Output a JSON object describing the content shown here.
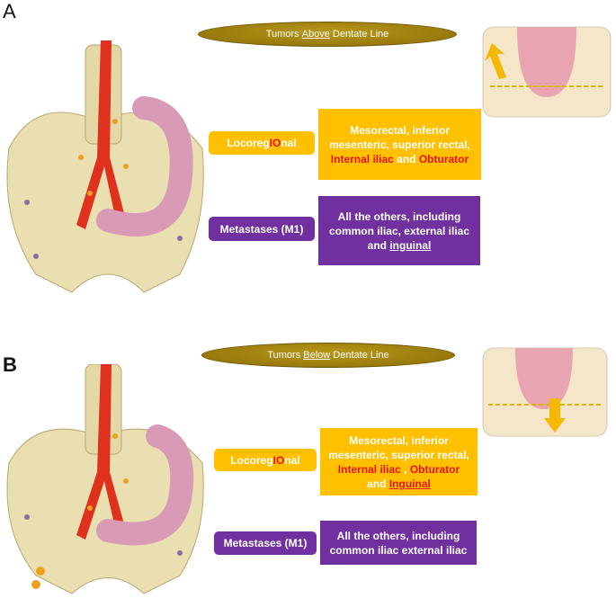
{
  "panels": [
    {
      "letter": "A",
      "header": {
        "pre": "Tumors ",
        "key": "Above",
        "post": " Dentate Line"
      },
      "locoregional": {
        "pre": "Locoreg",
        "hl": "IO",
        "post": "nal"
      },
      "locoregional_text": {
        "line1": "Mesorectal, inferior",
        "line2": "mesenteric, superior rectal,",
        "red1": "Internal iliac",
        "mid": " and ",
        "red2": "Obturator"
      },
      "metastases_label": "Metastases (M1)",
      "metastases_text": {
        "line1": "All the others, including",
        "line2": "common iliac, external iliac",
        "pre3": "and ",
        "ul3": "inguinal"
      }
    },
    {
      "letter": "B",
      "header": {
        "pre": "Tumors ",
        "key": "Below",
        "post": " Dentate Line"
      },
      "locoregional": {
        "pre": "Locoreg",
        "hl": "IO",
        "post": "nal"
      },
      "locoregional_text": {
        "line1": "Mesorectal, inferior",
        "line2": "mesenteric, superior rectal,",
        "red1": "Internal iliac",
        "mid": " , ",
        "red2": "Obturator",
        "pre4": "and ",
        "red_ul4": "Inguinal"
      },
      "metastases_label": "Metastases (M1)",
      "metastases_text": {
        "line1": "All the others, including",
        "line2": "common iliac external iliac"
      }
    }
  ],
  "colors": {
    "locoregional": "#FFC000",
    "metastases": "#7030A0",
    "highlight": "#E8141B",
    "header_oval": "#9C7A0A"
  }
}
